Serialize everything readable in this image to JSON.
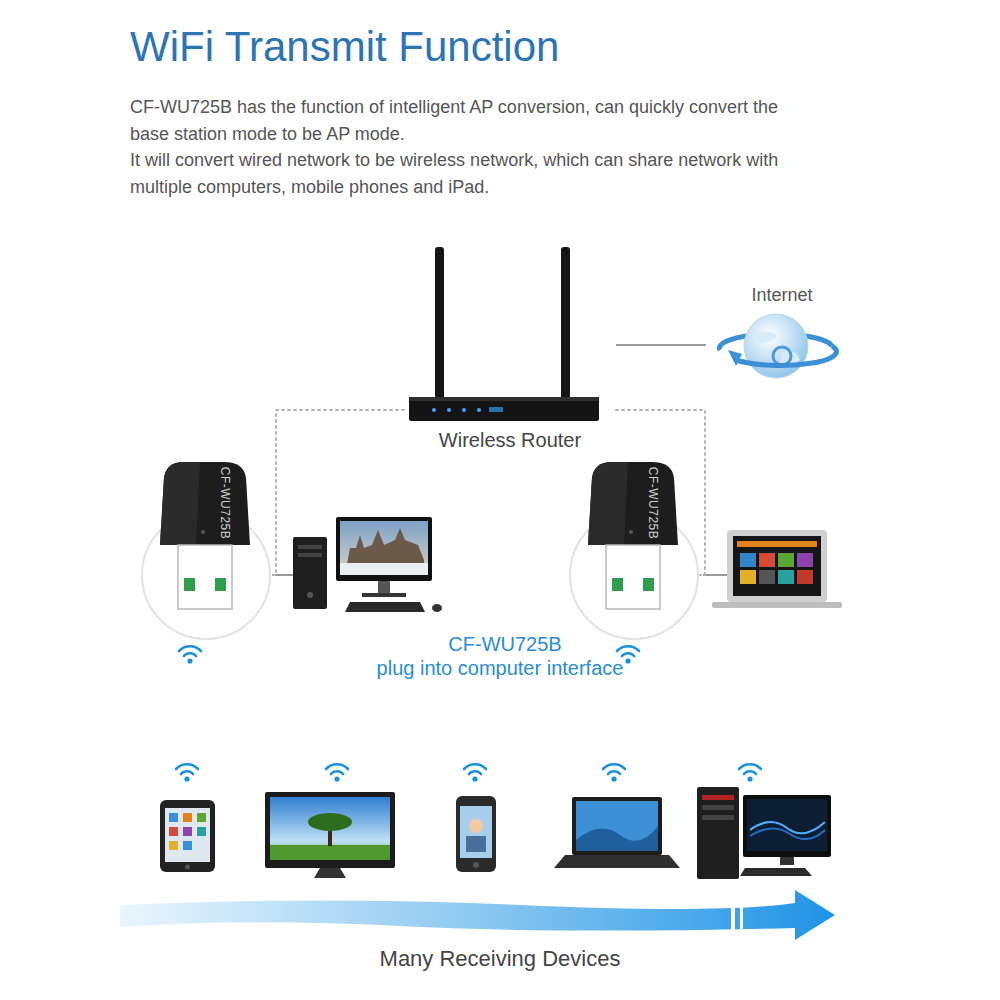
{
  "diagram": {
    "title": "WiFi Transmit Function",
    "nodes": [
      {
        "text": [
          "Wireless Router"
        ]
      },
      {
        "text": [
          "Internet"
        ]
      },
      {
        "text": [
          "CF-WU725B"
        ]
      },
      {
        "text": [
          "CF-WU725B"
        ]
      }
    ],
    "edges": [
      {
        "from": 0,
        "to": 1,
        "arrow": "none"
      },
      {
        "from": 0,
        "to": 2,
        "arrow": "none"
      },
      {
        "from": 0,
        "to": 3,
        "arrow": "none"
      }
    ],
    "labels": [
      "CF-WU725B has the function of intelligent AP conversion, can quickly convert the base station mode to be AP mode.",
      "It will convert wired network to be wireless network, which can share network with multiple computers, mobile phones and iPad.",
      "CF-WU725B",
      "plug into computer interface",
      "Many Receiving Devices"
    ]
  }
}
